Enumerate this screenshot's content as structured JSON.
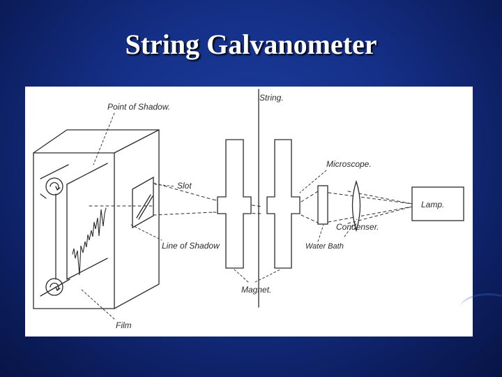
{
  "slide": {
    "title": "String Galvanometer"
  },
  "diagram": {
    "labels": {
      "point_of_shadow": "Point of Shadow.",
      "string": "String.",
      "slot": "Slot",
      "microscope": "Microscope.",
      "lamp": "Lamp.",
      "line_of_shadow": "Line of Shadow",
      "condenser": "Condenser.",
      "water_bath": "Water Bath",
      "magnet": "Magnet.",
      "film": "Film"
    }
  }
}
